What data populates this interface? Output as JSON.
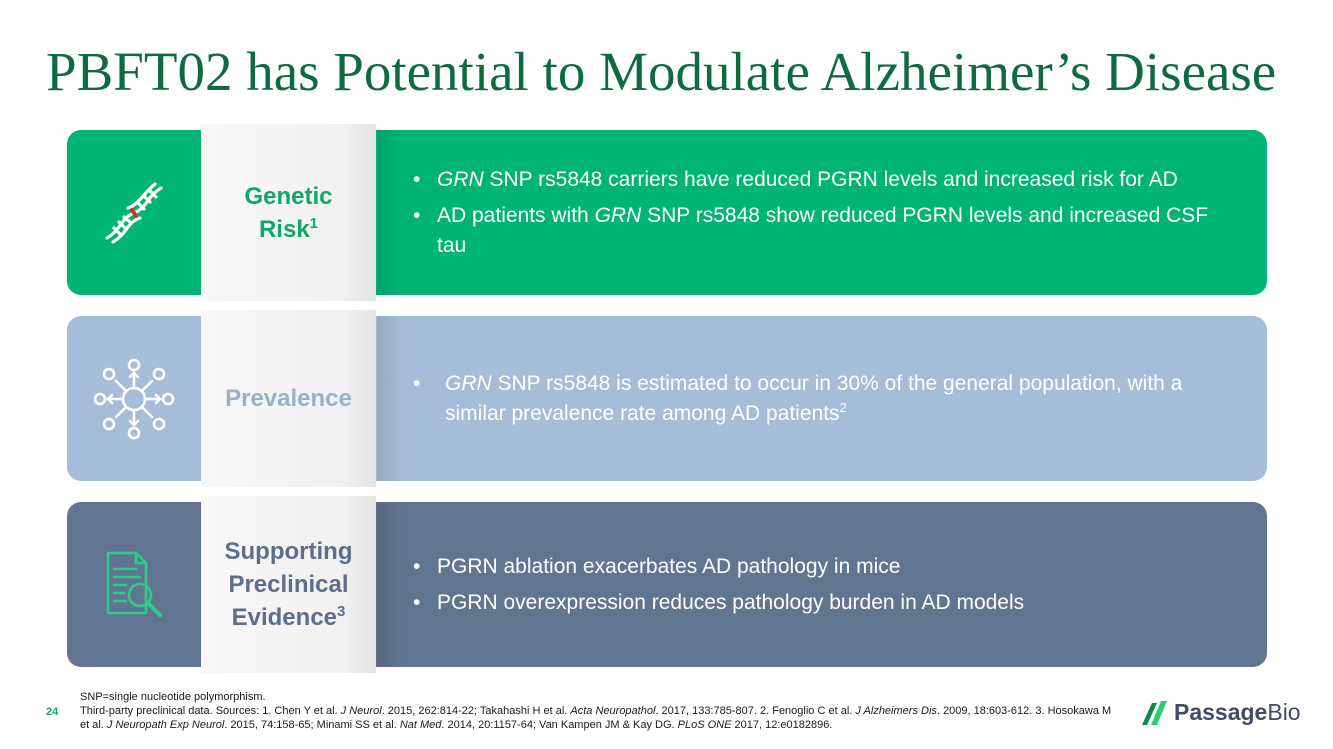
{
  "title": "PBFT02 has Potential to Modulate Alzheimer’s Disease",
  "rows": [
    {
      "icon": "dna-icon",
      "label_lines": [
        "Genetic",
        "Risk"
      ],
      "label_sup": "1",
      "bullets": [
        {
          "italic": "GRN",
          "text": " SNP rs5848 carriers have reduced PGRN levels and increased risk for AD"
        },
        {
          "pre": "AD patients with ",
          "italic": "GRN",
          "text": " SNP rs5848 show reduced PGRN levels and increased CSF tau"
        }
      ]
    },
    {
      "icon": "network-spread-icon",
      "label_lines": [
        "Prevalence"
      ],
      "bullets": [
        {
          "italic": "GRN",
          "text": " SNP rs5848 is estimated to occur in 30% of the general population, with a similar prevalence rate among AD patients",
          "sup": "2"
        }
      ]
    },
    {
      "icon": "document-search-icon",
      "label_lines": [
        "Supporting",
        "Preclinical",
        "Evidence"
      ],
      "label_sup": "3",
      "bullets": [
        {
          "text": "PGRN ablation exacerbates AD pathology in mice"
        },
        {
          "text": "PGRN overexpression reduces pathology burden in AD models"
        }
      ]
    }
  ],
  "footer": {
    "page_number": "24",
    "abbrev": "SNP=single nucleotide polymorphism.",
    "src_1a": "Third-party preclinical data. Sources: 1. Chen Y et al. ",
    "src_1b": "J Neurol",
    "src_1c": ". 2015, 262:814-22; Takahashi H et al. ",
    "src_1d": "Acta Neuropathol",
    "src_1e": ". 2017, 133:785-807. 2. Fenoglio C et al. ",
    "src_1f": "J Alzheimers Dis",
    "src_1g": ". 2009, 18:603-612. 3. Hosokawa M et al. ",
    "src_1h": "J Neuropath Exp Neurol",
    "src_1i": ". 2015, 74:158-65; Minami SS et al. ",
    "src_1j": "Nat Med",
    "src_1k": ". 2014, 20:1157-64; Van Kampen JM & Kay DG. ",
    "src_1l": "PLoS ONE",
    "src_1m": " 2017, 12:e0182896."
  },
  "logo": {
    "icon": "passage-bio-logo-icon",
    "word_bold": "Passage",
    "word_light": "Bio"
  },
  "colors": {
    "title": "#0e6b3f",
    "row1": "#00b574",
    "row2": "#a7bcd8",
    "row3": "#627590"
  }
}
